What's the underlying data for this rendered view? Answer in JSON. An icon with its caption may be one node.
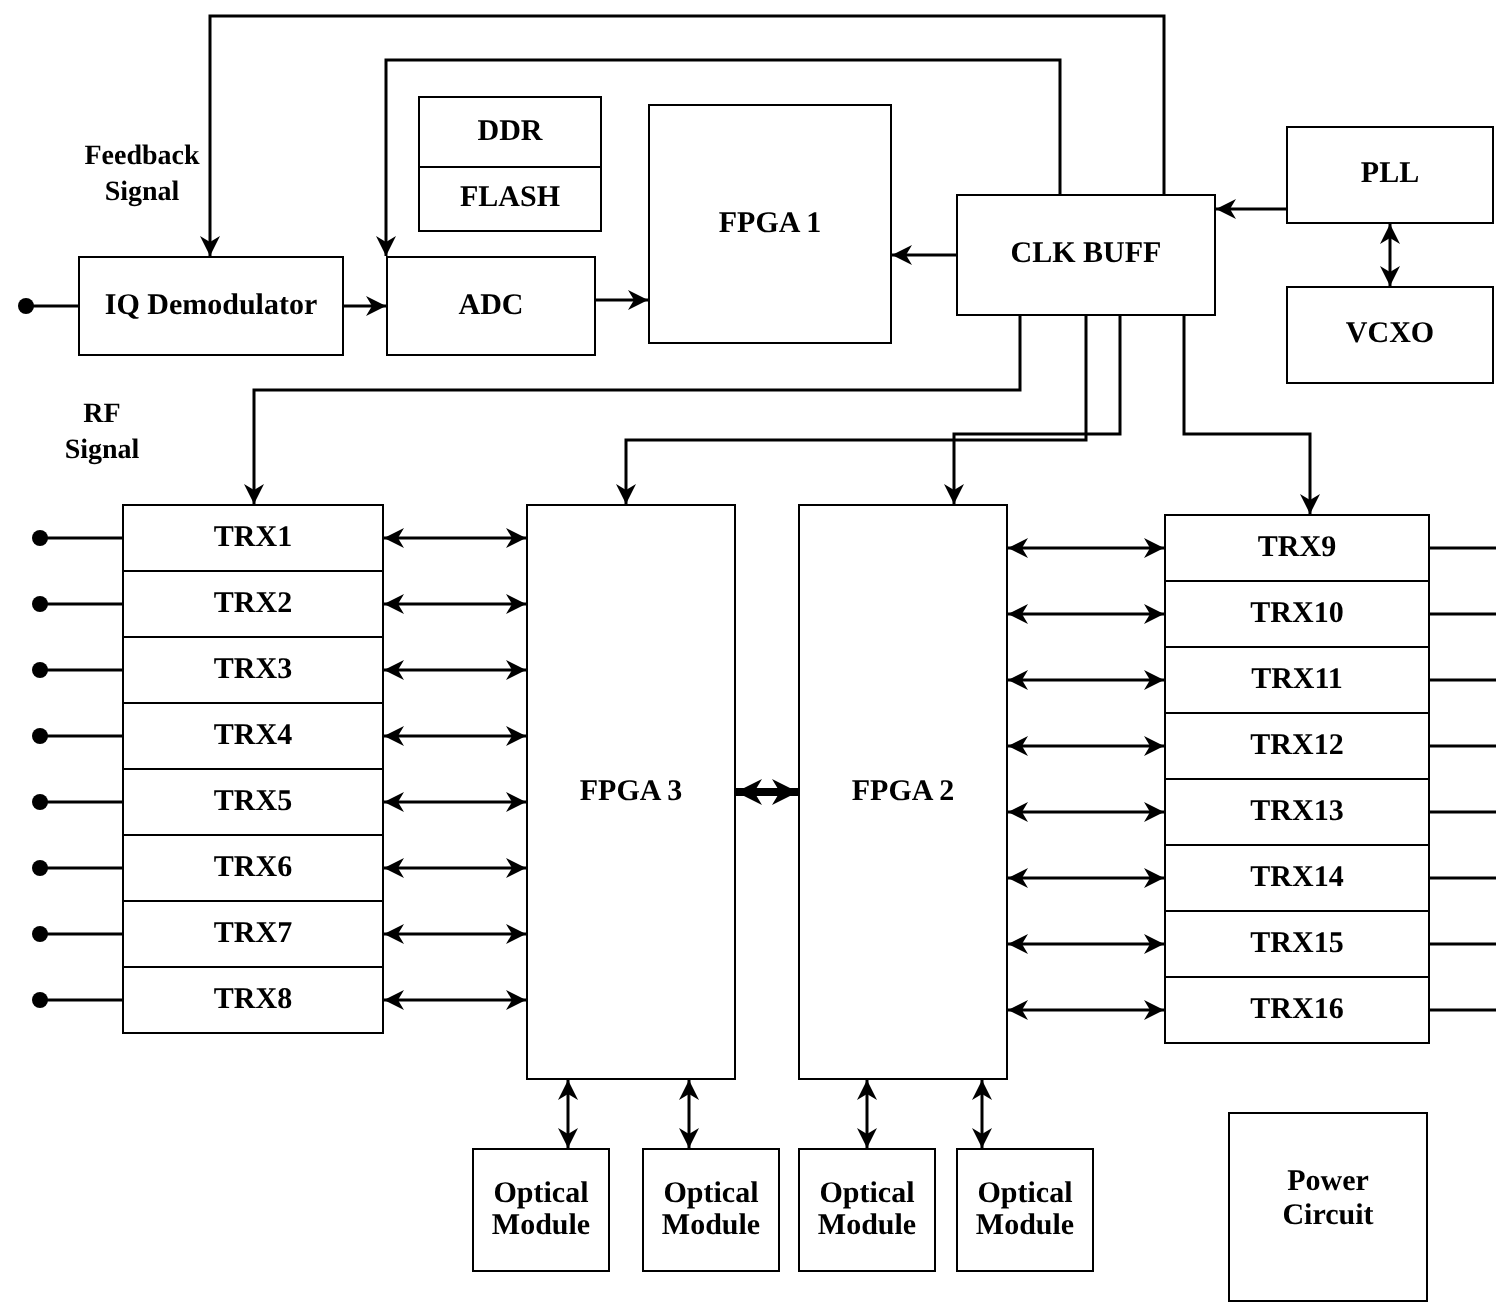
{
  "diagram": {
    "nodes": [
      {
        "text": [
          "DDR"
        ]
      },
      {
        "text": [
          "FLASH"
        ]
      },
      {
        "text": [
          "FPGA 1"
        ]
      },
      {
        "text": [
          "PLL"
        ]
      },
      {
        "text": [
          "IQ Demodulator"
        ]
      },
      {
        "text": [
          "ADC"
        ]
      },
      {
        "text": [
          "CLK BUFF"
        ]
      },
      {
        "text": [
          "VCXO"
        ]
      },
      {
        "text": [
          "TRX1"
        ]
      },
      {
        "text": [
          "TRX2"
        ]
      },
      {
        "text": [
          "TRX3"
        ]
      },
      {
        "text": [
          "TRX4"
        ]
      },
      {
        "text": [
          "TRX5"
        ]
      },
      {
        "text": [
          "TRX6"
        ]
      },
      {
        "text": [
          "TRX7"
        ]
      },
      {
        "text": [
          "TRX8"
        ]
      },
      {
        "text": [
          "FPGA 3"
        ]
      },
      {
        "text": [
          "FPGA 2"
        ]
      },
      {
        "text": [
          "TRX9"
        ]
      },
      {
        "text": [
          "TRX10"
        ]
      },
      {
        "text": [
          "TRX11"
        ]
      },
      {
        "text": [
          "TRX12"
        ]
      },
      {
        "text": [
          "TRX13"
        ]
      },
      {
        "text": [
          "TRX14"
        ]
      },
      {
        "text": [
          "TRX15"
        ]
      },
      {
        "text": [
          "TRX16"
        ]
      },
      {
        "text": [
          "Optical Module"
        ]
      },
      {
        "text": [
          "Optical Module"
        ]
      },
      {
        "text": [
          "Optical Module"
        ]
      },
      {
        "text": [
          "Optical Module"
        ]
      },
      {
        "text": [
          "Power Circuit"
        ]
      }
    ],
    "edges": [
      {
        "from": 6,
        "to": 2,
        "arrow": "to"
      },
      {
        "from": 3,
        "to": 6,
        "arrow": "to"
      },
      {
        "from": 3,
        "to": 7,
        "arrow": "both"
      },
      {
        "from": 4,
        "to": 5,
        "arrow": "to"
      },
      {
        "from": 5,
        "to": 2,
        "arrow": "to"
      },
      {
        "from": 6,
        "to": 4,
        "arrow": "to"
      },
      {
        "from": 6,
        "to": 5,
        "arrow": "to"
      },
      {
        "from": 6,
        "to": 8,
        "arrow": "to"
      },
      {
        "from": 6,
        "to": 16,
        "arrow": "to"
      },
      {
        "from": 6,
        "to": 17,
        "arrow": "to"
      },
      {
        "from": 6,
        "to": 18,
        "arrow": "to"
      },
      {
        "from": null,
        "to": 4,
        "arrow": "other"
      },
      {
        "from": null,
        "to": 8,
        "arrow": "other"
      },
      {
        "from": null,
        "to": 9,
        "arrow": "other"
      },
      {
        "from": null,
        "to": 10,
        "arrow": "other"
      },
      {
        "from": null,
        "to": 11,
        "arrow": "other"
      },
      {
        "from": null,
        "to": 12,
        "arrow": "other"
      },
      {
        "from": null,
        "to": 13,
        "arrow": "other"
      },
      {
        "from": null,
        "to": 14,
        "arrow": "other"
      },
      {
        "from": null,
        "to": 15,
        "arrow": "other"
      },
      {
        "from": 8,
        "to": 16,
        "arrow": "both"
      },
      {
        "from": 9,
        "to": 16,
        "arrow": "both"
      },
      {
        "from": 10,
        "to": 16,
        "arrow": "both"
      },
      {
        "from": 11,
        "to": 16,
        "arrow": "both"
      },
      {
        "from": 12,
        "to": 16,
        "arrow": "both"
      },
      {
        "from": 13,
        "to": 16,
        "arrow": "both"
      },
      {
        "from": 14,
        "to": 16,
        "arrow": "both"
      },
      {
        "from": 15,
        "to": 16,
        "arrow": "both"
      },
      {
        "from": 16,
        "to": 17,
        "arrow": "both",
        "style": "thick"
      },
      {
        "from": 17,
        "to": 18,
        "arrow": "both"
      },
      {
        "from": 17,
        "to": 19,
        "arrow": "both"
      },
      {
        "from": 17,
        "to": 20,
        "arrow": "both"
      },
      {
        "from": 17,
        "to": 21,
        "arrow": "both"
      },
      {
        "from": 17,
        "to": 22,
        "arrow": "both"
      },
      {
        "from": 17,
        "to": 23,
        "arrow": "both"
      },
      {
        "from": 17,
        "to": 24,
        "arrow": "both"
      },
      {
        "from": 17,
        "to": 25,
        "arrow": "both"
      },
      {
        "from": 18,
        "to": null,
        "arrow": "none"
      },
      {
        "from": 19,
        "to": null,
        "arrow": "none"
      },
      {
        "from": 20,
        "to": null,
        "arrow": "none"
      },
      {
        "from": 21,
        "to": null,
        "arrow": "none"
      },
      {
        "from": 22,
        "to": null,
        "arrow": "none"
      },
      {
        "from": 23,
        "to": null,
        "arrow": "none"
      },
      {
        "from": 24,
        "to": null,
        "arrow": "none"
      },
      {
        "from": 25,
        "to": null,
        "arrow": "none"
      },
      {
        "from": 16,
        "to": 26,
        "arrow": "both"
      },
      {
        "from": 16,
        "to": 27,
        "arrow": "both"
      },
      {
        "from": 17,
        "to": 28,
        "arrow": "both"
      },
      {
        "from": 17,
        "to": 29,
        "arrow": "both"
      }
    ],
    "labels": [
      "Feedback Signal",
      "RF Signal"
    ]
  }
}
